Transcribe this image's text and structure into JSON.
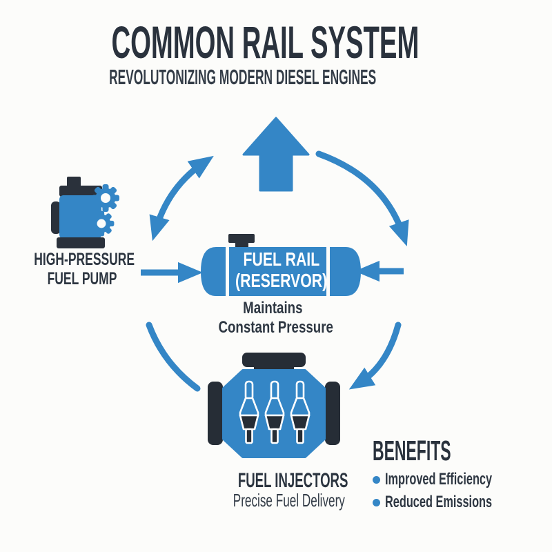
{
  "header": {
    "title": "COMMON RAIL SYSTEM",
    "subtitle": "REVOLUTONIZING MODERN DIESEL ENGINES"
  },
  "pump": {
    "label_line1": "HIGH-PRESSURE",
    "label_line2": "FUEL PUMP"
  },
  "fuel_rail": {
    "name_line1": "FUEL RAIL",
    "name_line2": "(RESERVOR)",
    "caption_line1": "Maintains",
    "caption_line2": "Constant Pressure"
  },
  "injectors": {
    "label": "FUEL INJECTORS",
    "caption": "Precise Fuel Delivery"
  },
  "benefits": {
    "heading": "BENEFITS",
    "items": [
      "Improved Efficiency",
      "Reduced Emissions"
    ]
  },
  "icons": [
    "up-arrow-icon",
    "cycle-arrow-top-left-icon",
    "cycle-arrow-top-right-icon",
    "cycle-arrow-bottom-right-icon",
    "cycle-arc-bottom-left-icon",
    "arrow-right-icon",
    "arrow-left-icon",
    "fuel-pump-icon",
    "gears-icon",
    "fuel-rail-icon",
    "engine-injectors-icon",
    "bullet-dot-icon"
  ],
  "colors": {
    "accent_blue": "#3486C6",
    "dark_slate": "#262d36",
    "heading_dark": "#2A323D",
    "background": "#FCFCFA",
    "rail_text": "#FFFFFF"
  }
}
